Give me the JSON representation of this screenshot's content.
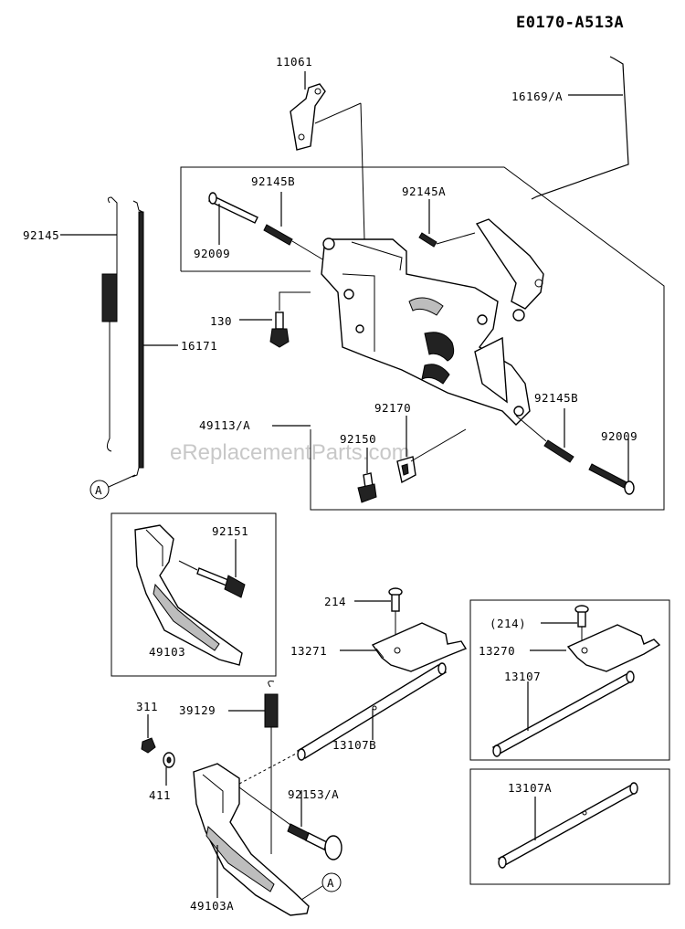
{
  "diagram_code": "E0170-A513A",
  "watermark": "eReplacementParts.com",
  "callouts": {
    "c11061": "11061",
    "c16169a": "16169/A",
    "c92145b_top": "92145B",
    "c92145a": "92145A",
    "c92009_top": "92009",
    "c92145": "92145",
    "c130": "130",
    "c16171": "16171",
    "c49113a": "49113/A",
    "c92170": "92170",
    "c92150": "92150",
    "c92145b_right": "92145B",
    "c92009_right": "92009",
    "c92151": "92151",
    "c49103": "49103",
    "c214": "214",
    "c13271": "13271",
    "c214p": "(214)",
    "c13270": "13270",
    "c13107": "13107",
    "c311": "311",
    "c39129": "39129",
    "c13107b": "13107B",
    "c411": "411",
    "c92153a": "92153/A",
    "c13107a": "13107A",
    "c49103a": "49103A"
  },
  "reference_markers": {
    "marker_a_left": "A",
    "marker_a_bottom": "A"
  }
}
